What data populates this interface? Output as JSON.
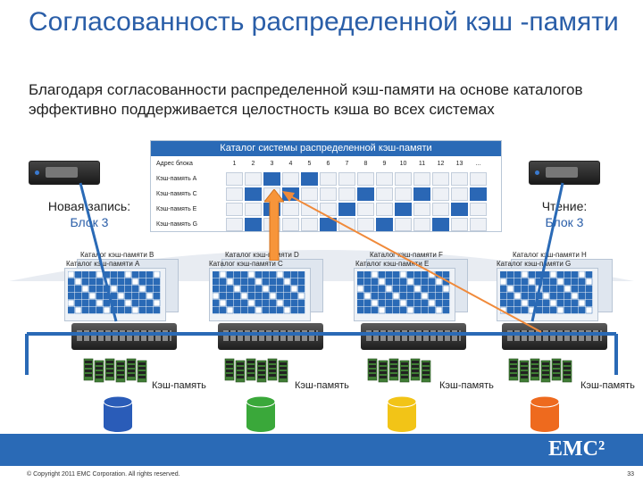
{
  "title": "Согласованность распределенной кэш -памяти",
  "subtitle": "Благодаря согласованности распределенной кэш-памяти на основе каталогов эффективно поддерживается целостность кэша во всех системах",
  "directory": {
    "header": "Каталог системы распределенной кэш-памяти",
    "address_label": "Адрес блока",
    "columns": [
      "1",
      "2",
      "3",
      "4",
      "5",
      "6",
      "7",
      "8",
      "9",
      "10",
      "11",
      "12",
      "13",
      "..."
    ],
    "rows": [
      {
        "label": "Кэш-память A",
        "filled": [
          4
        ]
      },
      {
        "label": "Кэш-память C",
        "filled": [
          1,
          3,
          7,
          10,
          13
        ]
      },
      {
        "label": "Кэш-память E",
        "filled": [
          2,
          6,
          9,
          12
        ]
      },
      {
        "label": "Кэш-память G",
        "filled": [
          1,
          5,
          8,
          11
        ]
      }
    ],
    "highlight_column": "3"
  },
  "left_note": {
    "line1": "Новая запись:",
    "line2": "Блок 3"
  },
  "right_note": {
    "line1": "Чтение:",
    "line2": "Блок 3"
  },
  "cache_directories": [
    {
      "back": "Каталог кэш-памяти B",
      "front": "Каталог кэш-памяти A"
    },
    {
      "back": "Каталог кэш-памяти D",
      "front": "Каталог кэш-памяти C"
    },
    {
      "back": "Каталог кэш-памяти F",
      "front": "Каталог кэш-памяти E"
    },
    {
      "back": "Каталог кэш-памяти H",
      "front": "Каталог кэш-памяти G"
    }
  ],
  "cache_labels": [
    "Кэш-память",
    "Кэш-память",
    "Кэш-память",
    "Кэш-память"
  ],
  "disk_colors": [
    "#2a5cb8",
    "#3aa83a",
    "#f2c417",
    "#ee6a1e"
  ],
  "accent_color": "#2a6ab6",
  "arrow_color": "#f08a3a",
  "footer": "© Copyright 2011 EMC Corporation. All rights reserved.",
  "page_number": "33",
  "logo": "EMC²"
}
